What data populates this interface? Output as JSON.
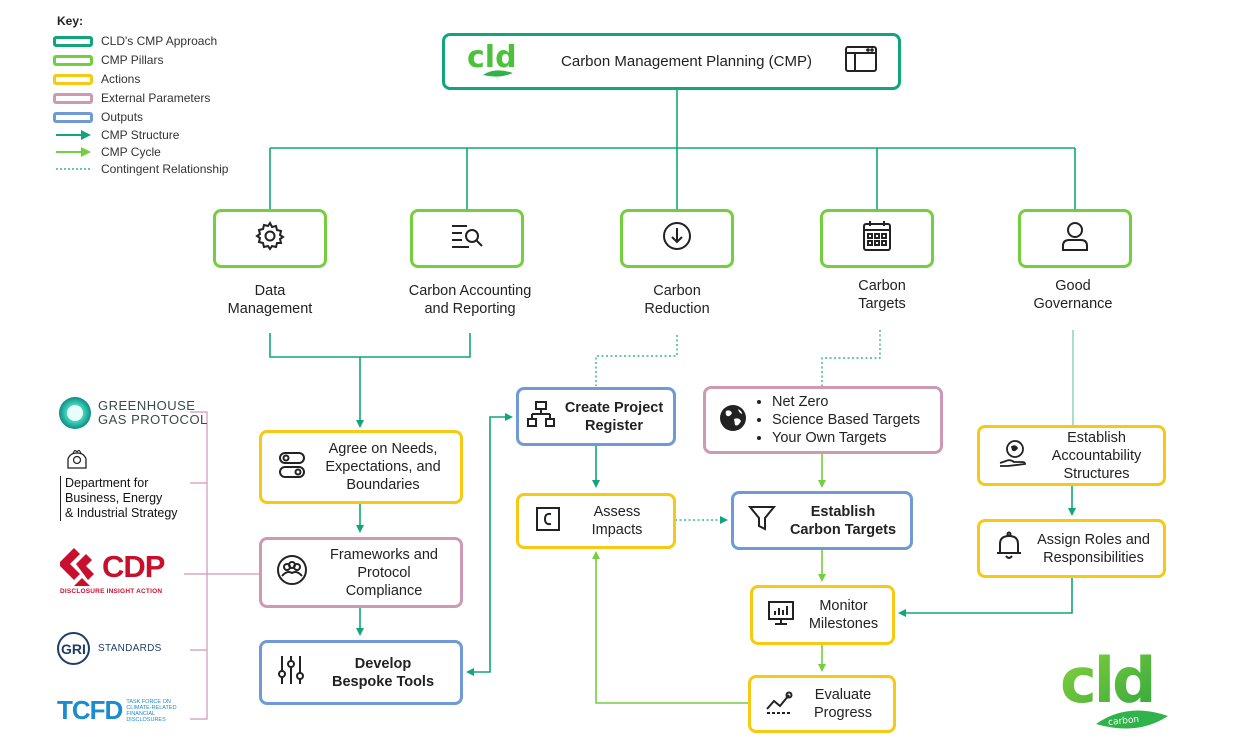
{
  "key": {
    "title": "Key:",
    "items": [
      {
        "label": "CLD's CMP Approach",
        "color": "#12a57a",
        "kind": "box"
      },
      {
        "label": "CMP Pillars",
        "color": "#74cf3f",
        "kind": "box"
      },
      {
        "label": "Actions",
        "color": "#f6c913",
        "kind": "box"
      },
      {
        "label": "External Parameters",
        "color": "#cf99b4",
        "kind": "box"
      },
      {
        "label": "Outputs",
        "color": "#6f9ad6",
        "kind": "box"
      },
      {
        "label": "CMP Structure",
        "color": "#12a57a",
        "kind": "arrow"
      },
      {
        "label": "CMP Cycle",
        "color": "#74cf3f",
        "kind": "arrow"
      },
      {
        "label": "Contingent Relationship",
        "color": "#12a57a",
        "kind": "dotted"
      }
    ]
  },
  "top": {
    "title": "Carbon Management Planning (CMP)",
    "logo_text": "cld",
    "icon": "window-icon"
  },
  "pillars": [
    {
      "label_1": "Data",
      "label_2": "Management",
      "icon": "gear-icon"
    },
    {
      "label_1": "Carbon Accounting",
      "label_2": "and Reporting",
      "icon": "search-list-icon"
    },
    {
      "label_1": "Carbon",
      "label_2": "Reduction",
      "icon": "down-circle-icon"
    },
    {
      "label_1": "Carbon",
      "label_2": "Targets",
      "icon": "calendar-icon"
    },
    {
      "label_1": "Good",
      "label_2": "Governance",
      "icon": "person-icon"
    }
  ],
  "nodes": {
    "agree": {
      "l1": "Agree on Needs,",
      "l2": "Expectations, and",
      "l3": "Boundaries",
      "icon": "toggle-icon"
    },
    "frameworks": {
      "l1": "Frameworks and",
      "l2": "Protocol",
      "l3": "Compliance",
      "icon": "people-icon"
    },
    "develop": {
      "l1": "Develop",
      "l2": "Bespoke Tools",
      "icon": "sliders-icon"
    },
    "register": {
      "l1": "Create Project",
      "l2": "Register",
      "icon": "hierarchy-icon"
    },
    "assess": {
      "l1": "Assess",
      "l2": "Impacts",
      "icon": "c-icon"
    },
    "targets_list": {
      "items": [
        "Net Zero",
        "Science Based Targets",
        "Your Own Targets"
      ],
      "icon": "globe-icon"
    },
    "establish_targets": {
      "l1": "Establish",
      "l2": "Carbon Targets",
      "icon": "funnel-icon"
    },
    "monitor": {
      "l1": "Monitor",
      "l2": "Milestones",
      "icon": "monitor-chart-icon"
    },
    "evaluate": {
      "l1": "Evaluate",
      "l2": "Progress",
      "icon": "trend-icon"
    },
    "accountability": {
      "l1": "Establish",
      "l2": "Accountability",
      "l3": "Structures",
      "icon": "hand-globe-icon"
    },
    "roles": {
      "l1": "Assign Roles and",
      "l2": "Responsibilities",
      "icon": "bell-icon"
    }
  },
  "logos": {
    "ghg": {
      "l1": "GREENHOUSE",
      "l2": "GAS PROTOCOL"
    },
    "beis": {
      "l1": "Department for",
      "l2": "Business, Energy",
      "l3": "& Industrial Strategy"
    },
    "cdp": {
      "word": "CDP",
      "sub": "DISCLOSURE INSIGHT ACTION"
    },
    "gri": {
      "word": "GRI",
      "sub": "STANDARDS"
    },
    "tcfd": {
      "word": "TCFD",
      "sub": "TASK FORCE ON CLIMATE-RELATED FINANCIAL DISCLOSURES"
    },
    "cld_big": {
      "word": "cld",
      "sub": "carbon"
    }
  },
  "colors": {
    "structure": "#12a57a",
    "cycle": "#74cf3f",
    "ext_line": "#cf99b4",
    "brand_green": "#2fb34a"
  }
}
